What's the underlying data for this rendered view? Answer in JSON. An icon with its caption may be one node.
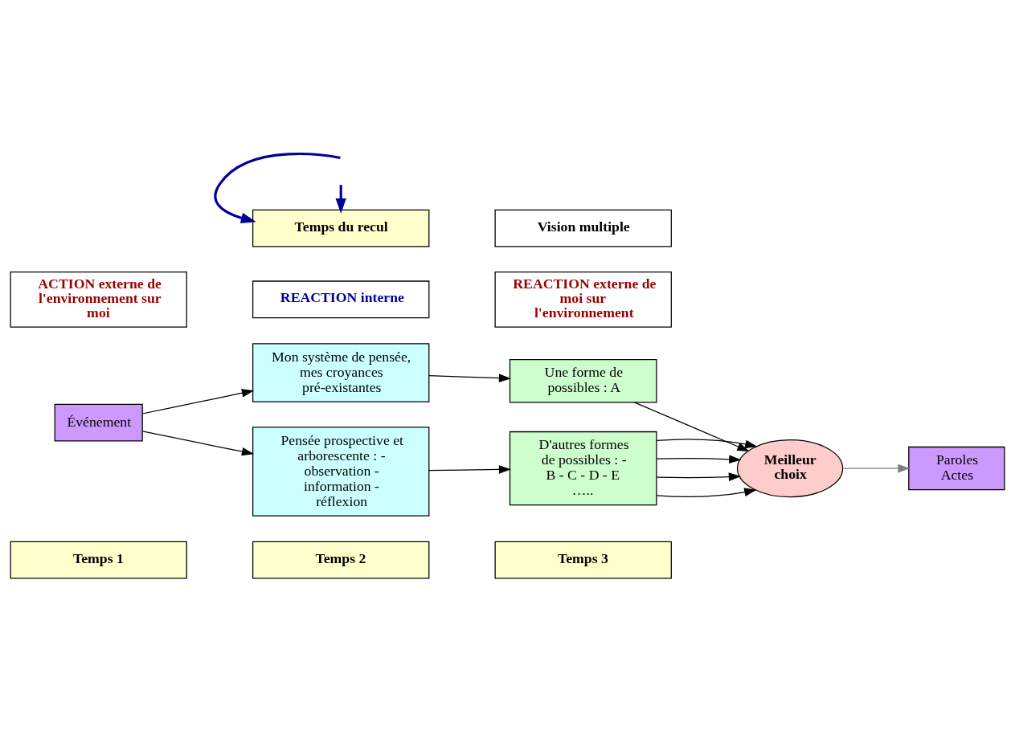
{
  "diagram": {
    "nodes": [
      {
        "text": [
          "Temps 1"
        ]
      },
      {
        "text": [
          "Temps 2"
        ]
      },
      {
        "text": [
          "Temps 3"
        ]
      },
      {
        "text": [
          "Événement"
        ]
      },
      {
        "text": [
          "Mon système de pensée, mes croyances pré-existantes"
        ]
      },
      {
        "text": [
          "Pensée prospective et arborescente : - observation - information - réflexion"
        ]
      },
      {
        "text": [
          "Une forme de possibles : A"
        ]
      },
      {
        "text": [
          "D'autres formes de possibles : - B - C - D - E ….."
        ]
      },
      {
        "text": [
          "Meilleur choix"
        ]
      },
      {
        "text": [
          "Paroles",
          "Actes"
        ]
      },
      {
        "text": [
          "ACTION externe de l'environnement sur moi"
        ]
      },
      {
        "text": [
          "REACTION interne"
        ]
      },
      {
        "text": [
          "REACTION externe de moi sur l'environnement"
        ]
      },
      {
        "text": [
          "Temps du recul"
        ]
      },
      {
        "text": [
          "Vision multiple"
        ]
      }
    ],
    "edges": [
      {
        "from": 3,
        "to": 4,
        "arrow": "to"
      },
      {
        "from": 3,
        "to": 5,
        "arrow": "to"
      },
      {
        "from": 4,
        "to": 6,
        "arrow": "to"
      },
      {
        "from": 5,
        "to": 7,
        "arrow": "to"
      },
      {
        "from": 6,
        "to": 8,
        "arrow": "to"
      },
      {
        "from": 7,
        "to": 8,
        "arrow": "to"
      },
      {
        "from": 7,
        "to": 8,
        "arrow": "to"
      },
      {
        "from": 7,
        "to": 8,
        "arrow": "to"
      },
      {
        "from": 7,
        "to": 8,
        "arrow": "to"
      },
      {
        "from": 8,
        "to": 9,
        "arrow": "to",
        "color": "#808080"
      },
      {
        "from": null,
        "to": 13,
        "arrow": "to",
        "style": "thick",
        "color": "#000099"
      },
      {
        "from": null,
        "to": 13,
        "arrow": "to",
        "style": "thick",
        "color": "#000099"
      }
    ]
  }
}
